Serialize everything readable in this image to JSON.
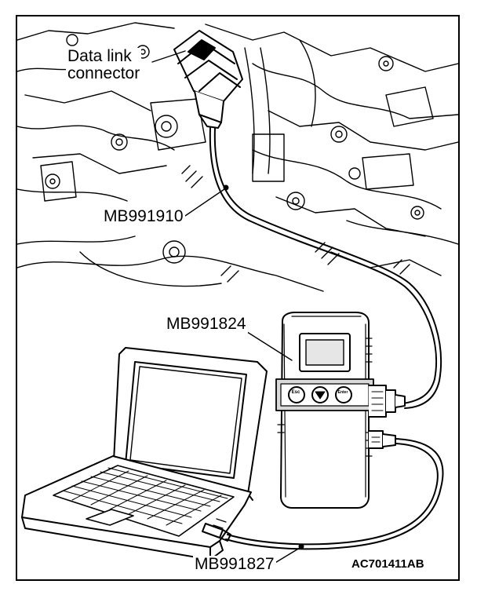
{
  "labels": {
    "data_link_connector_line1": "Data link",
    "data_link_connector_line2": "connector",
    "mb991910": "MB991910",
    "mb991824": "MB991824",
    "mb991827": "MB991827",
    "figure_code": "AC701411AB"
  },
  "device_buttons": {
    "left": "Esc",
    "right": "Enter"
  },
  "colors": {
    "ink": "#000000",
    "paper": "#ffffff",
    "screen_fill": "#e6e6e6",
    "device_panel": "#d9d9d9"
  }
}
